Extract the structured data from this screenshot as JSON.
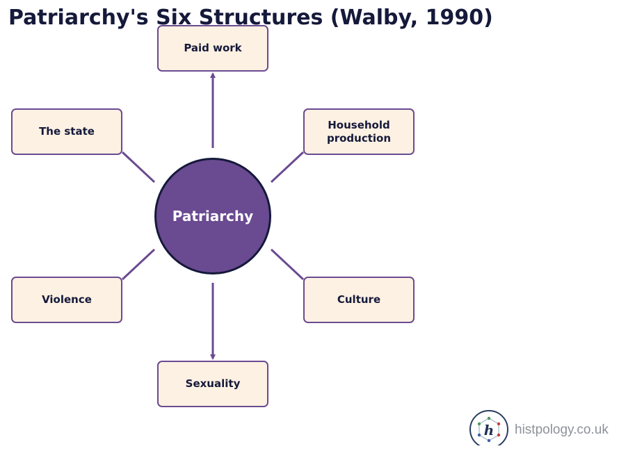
{
  "title": "Patriarchy's Six Structures (Walby, 1990)",
  "center": {
    "label": "Patriarchy"
  },
  "structures": {
    "paid_work": "Paid work",
    "household_production": "Household production",
    "the_state": "The state",
    "violence": "Violence",
    "culture": "Culture",
    "sexuality": "Sexuality"
  },
  "logo": {
    "text": "histpology.co.uk",
    "letter": "h"
  },
  "colors": {
    "accent": "#6a4a91",
    "box_fill": "#fdf1e3",
    "text_dark": "#15193a"
  }
}
